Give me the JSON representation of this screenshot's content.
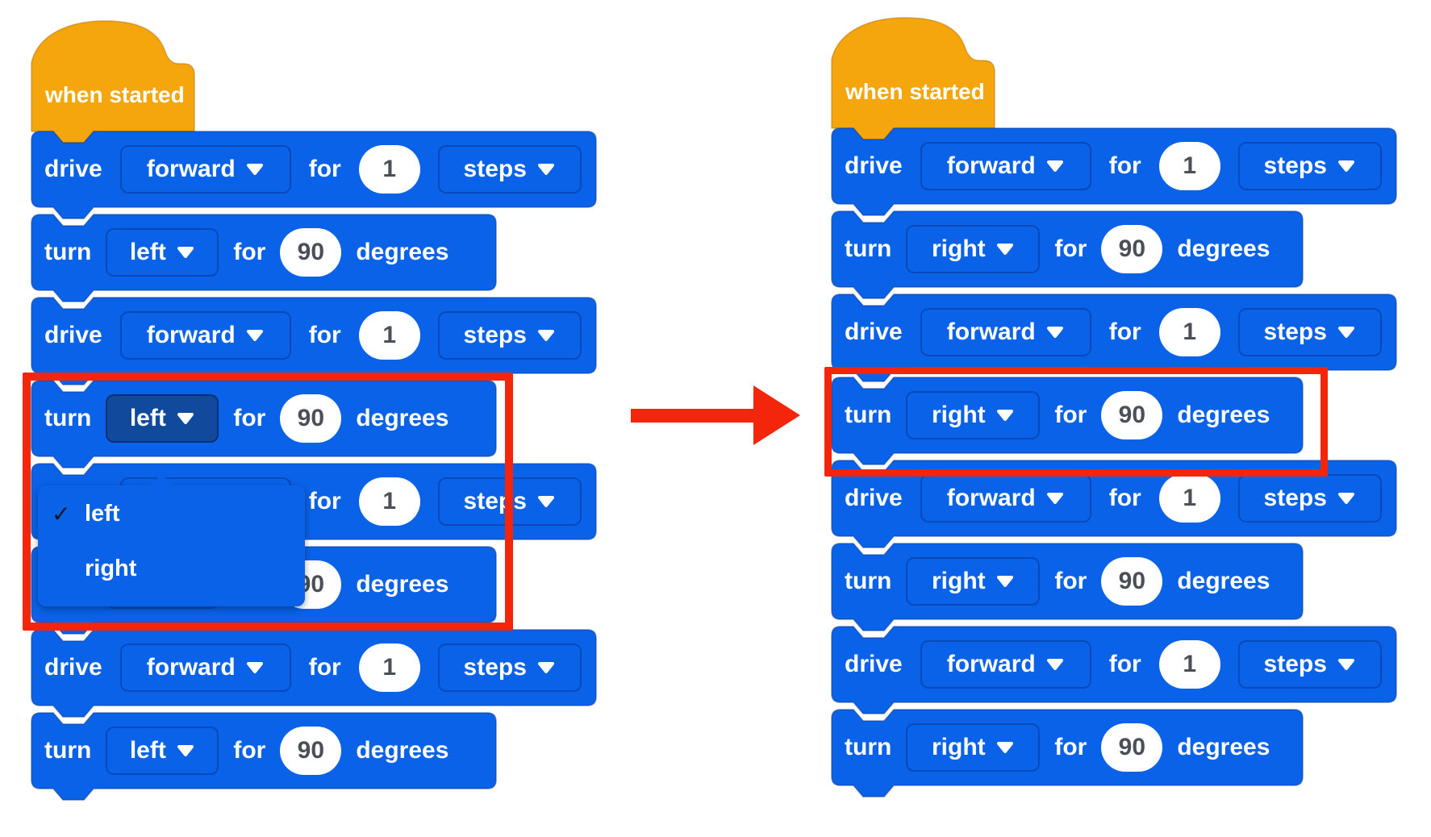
{
  "colors": {
    "block_blue": "#0a62e8",
    "block_outline": "rgba(13,60,150,0.55)",
    "pressed_blue": "#114a9c",
    "hat_orange": "#f5a60c",
    "hat_outline": "rgba(176,108,0,0.5)",
    "annotation_red": "#f3260b",
    "number_text": "#4b4f58",
    "menu_check": "#17171a",
    "background": "#ffffff"
  },
  "hat_label": "when started",
  "block_templates": {
    "drive": {
      "verb": "drive",
      "direction": "forward",
      "for_word": "for",
      "value": "1",
      "unit": "steps",
      "unit_is_dropdown": true
    },
    "turn_left": {
      "verb": "turn",
      "direction": "left",
      "for_word": "for",
      "value": "90",
      "unit": "degrees",
      "unit_is_dropdown": false
    },
    "turn_right": {
      "verb": "turn",
      "direction": "right",
      "for_word": "for",
      "value": "90",
      "unit": "degrees",
      "unit_is_dropdown": false
    }
  },
  "left_stack": {
    "sequence": [
      "drive",
      "turn_left",
      "drive",
      "turn_left",
      "drive",
      "turn_left",
      "drive",
      "turn_left"
    ],
    "pressed_block_index": 3
  },
  "right_stack": {
    "sequence": [
      "drive",
      "turn_right",
      "drive",
      "turn_right",
      "drive",
      "turn_right",
      "drive",
      "turn_right"
    ],
    "pressed_block_index": -1
  },
  "dropdown_menu": {
    "items": [
      {
        "label": "left",
        "checked": true
      },
      {
        "label": "right",
        "checked": false
      }
    ]
  }
}
